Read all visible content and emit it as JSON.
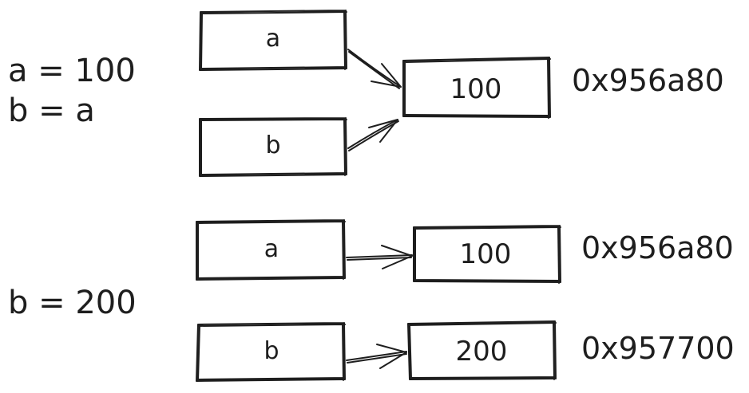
{
  "diagram": {
    "stroke_color": "#1e1e1e",
    "background_color": "#ffffff",
    "before": {
      "code": [
        "a = 100",
        "b = a"
      ],
      "var_a": "a",
      "var_b": "b",
      "value": "100",
      "address": "0x956a80"
    },
    "after": {
      "code": [
        "b = 200"
      ],
      "var_a": "a",
      "var_b": "b",
      "value_a": "100",
      "address_a": "0x956a80",
      "value_b": "200",
      "address_b": "0x957700"
    }
  }
}
